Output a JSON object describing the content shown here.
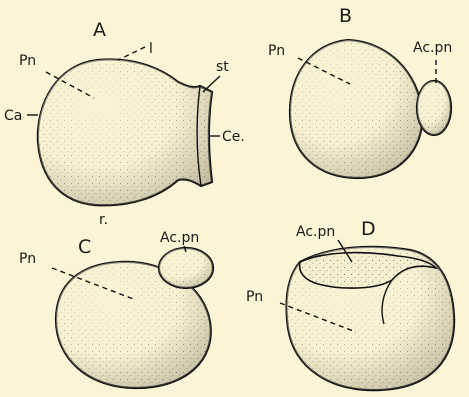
{
  "panels": {
    "a": {
      "letter": "A",
      "labels": {
        "pn": "Pn",
        "l": "l",
        "st": "st",
        "ca": "Ca",
        "ce": "Ce.",
        "r": "r."
      }
    },
    "b": {
      "letter": "B",
      "labels": {
        "pn": "Pn",
        "acpn": "Ac.pn"
      }
    },
    "c": {
      "letter": "C",
      "labels": {
        "pn": "Pn",
        "acpn": "Ac.pn"
      }
    },
    "d": {
      "letter": "D",
      "labels": {
        "pn": "Pn",
        "acpn": "Ac.pn"
      }
    }
  },
  "colors": {
    "background": "#fbf4d6",
    "ink": "#111111"
  }
}
